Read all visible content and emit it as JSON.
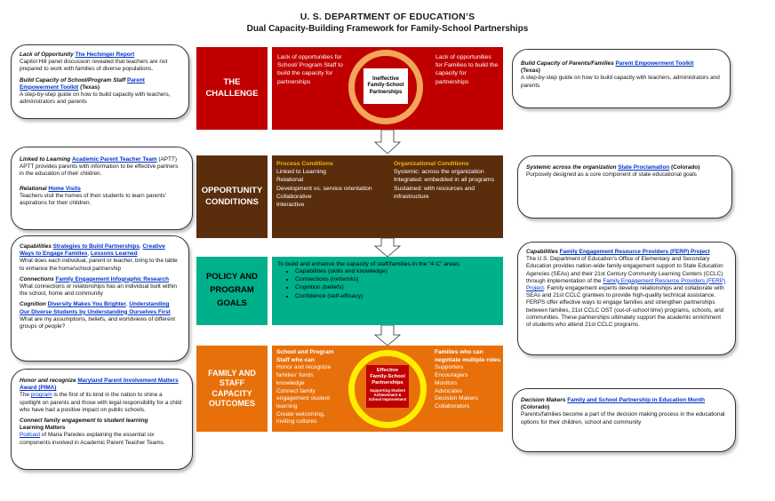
{
  "header": {
    "title": "U. S. DEPARTMENT OF EDUCATION’S",
    "subtitle": "Dual Capacity-Building Framework for Family-School Partnerships"
  },
  "rows": {
    "challenge": {
      "label": "THE CHALLENGE",
      "color": "#c00000",
      "left_text": "Lack of opportunities for School/ Program Staff to build the capacity for partnerships",
      "right_text": "Lack of opportunities for Families to build the capacity for partnerships",
      "center": "Ineffective Family-School Partnerships"
    },
    "opportunity": {
      "label": "OPPORTUNITY CONDITIONS",
      "color": "#5a2d0c",
      "process_title": "Process Conditions",
      "process_items": [
        "Linked to Learning",
        "Relational",
        "Development vs. service orientation",
        "Collaborative",
        "Interactive"
      ],
      "org_title": "Organizational Conditions",
      "org_items": [
        "Systemic: across the organization",
        "Integrated: embedded in all programs",
        "Sustained: with resources and infrastructure"
      ]
    },
    "policy": {
      "label": "POLICY AND PROGRAM GOALS",
      "color": "#00b08a",
      "intro": "To build and enhance the capacity of staff/families in the “4 C” areas:",
      "items": [
        "Capabilities (skills and knowledge)",
        "Connections (networks)",
        "Cognition (beliefs)",
        "Confidence (self-efficacy)"
      ]
    },
    "outcomes": {
      "label": "FAMILY AND STAFF CAPACITY OUTCOMES",
      "color": "#e8700a",
      "left_title": "School and Program Staff who can",
      "left_items": [
        "Honor and recognize families’ funds knowledge",
        "Connect family engagement student learning",
        "Create welcoming, inviting cultures"
      ],
      "right_title": "Families who can negotiate multiple roles",
      "right_items": [
        "Supporters",
        "Encouragers",
        "Monitors",
        "Advocates",
        "Decision Makers",
        "Collaborators"
      ],
      "center_title": "Effective Family-School Partnerships",
      "center_sub": "Supporting Student Achievement & School Improvement"
    }
  },
  "left_boxes": {
    "b1": {
      "h1": "Lack of Opportunity",
      "l1": "The Hechinger Report",
      "t1": "Capitol Hill panel discussion revealed that teachers are not prepared to work with families of diverse populations.",
      "h2": "Build Capacity of School/Program Staff",
      "l2": "Parent Empowerment Toolkit",
      "s2": "(Texas)",
      "t2": "A step-by-step guide on how to build capacity with teachers, administrators and parents"
    },
    "b2": {
      "h1": "Linked to Learning",
      "l1": "Academic Parent Teacher Team",
      "s1": "(APTT)",
      "t1": "APTT provides parents with information to be effective partners in the education of their children.",
      "h2": "Relational",
      "l2": "Home Visits",
      "t2": "Teachers visit the homes of their students to learn parents’ aspirations for their children."
    },
    "b3": {
      "h1": "Capabilities",
      "l1a": "Strategies to Build Partnerships",
      "sep1": ",",
      "l1b": "Creative Ways to Engage Families",
      "sep2": ",",
      "l1c": "Lessons Learned",
      "t1": "What does each individual, parent or teacher, bring to the table to enhance the home/school partnership",
      "h2": "Connections",
      "l2": "Family Engagement Infographic Research",
      "t2": "What connections or relationships has an individual built within the school, home and community",
      "h3": "Cognition",
      "l3a": "Diversity Makes You Brighter",
      "sep3": ",",
      "l3b": "Understanding Our Diverse Students by Understanding Ourselves First",
      "t3": "What are my assumptions, beliefs, and worldviews of different groups of people?"
    },
    "b4": {
      "h1": "Honor and recognize",
      "l1": "Maryland Parent Involvement Matters Award (PIMA)",
      "p1a": "The",
      "l1b": "program",
      "t1": "is the first of its kind in the nation to shine a spotlight on parents and those with legal responsibility for a child who have had a positive impact on public schools.",
      "h2": "Connect family engagement to student learning",
      "s2": "Learning Matters",
      "l2": "Podcast",
      "t2": "of Maria Paredes explaining the essential six components involved in Academic Parent Teacher Teams."
    }
  },
  "right_boxes": {
    "b1": {
      "h1": "Build Capacity of Parents/Families",
      "l1": "Parent Empowerment Toolkit",
      "s1": "(Texas)",
      "t1": "A step-by-step guide on how to build capacity with teachers, administrators and parents"
    },
    "b2": {
      "h1": "Systemic across the organization",
      "l1": "State Proclamation",
      "s1": "(Colorado)",
      "t1": "Purposely designed as a core component of state educational goals"
    },
    "b3": {
      "h1": "Capabilities",
      "l1": "Family Engagement Resource Providers (FERP) Project",
      "t1": "The U.S. Department of Education’s Office of Elementary and Secondary Education provides nation-wide family engagement support to State Education Agencies (SEAs) and their 21st Century Community Learning Centers (CCLC) through implementation of the",
      "l1b": "Family Engagement Resource Providers (FERP) Project",
      "t2": ". Family engagement experts develop relationships and collaborate with SEAs and 21st CCLC grantees to provide high-quality technical assistance. FERPS offer effective ways to engage families and strengthen partnerships between families, 21st CCLC OST (out-of-school time) programs, schools, and communities. These partnerships ultimately support the academic enrichment of students who attend 21st CCLC programs."
    },
    "b4": {
      "h1": "Decision Makers",
      "l1": "Family and School Partnership in Education Month",
      "s1": "(Colorado)",
      "t1": "Parents/families become a part of the decision making process in the educational options for their children, school and community"
    }
  }
}
